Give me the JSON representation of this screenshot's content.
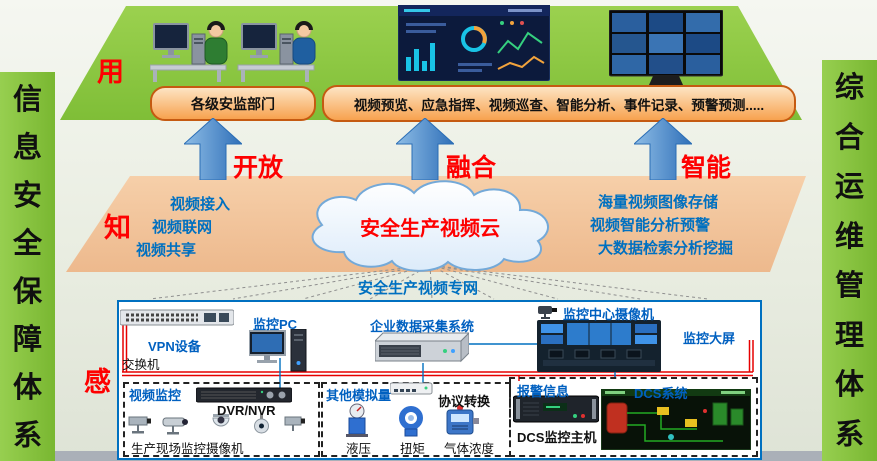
{
  "colors": {
    "layer_green": "#84c23c",
    "layer_peach": "#f3c7a2",
    "arrow_blue": "#3d85c8",
    "accent_red": "#fe0000",
    "text_blue": "#0070c0",
    "box_orange": "#f7a24f",
    "border_blue": "#0070c0"
  },
  "left_sidebar": {
    "chars": [
      "信",
      "息",
      "安",
      "全",
      "保",
      "障",
      "体",
      "系"
    ]
  },
  "right_sidebar": {
    "chars": [
      "综",
      "合",
      "运",
      "维",
      "管",
      "理",
      "体",
      "系"
    ]
  },
  "layer_labels": {
    "top": "用",
    "middle": "知",
    "bottom": "感"
  },
  "top_layer": {
    "dept_box": "各级安监部门",
    "functions_box": "视频预览、应急指挥、视频巡查、智能分析、事件记录、预警预测....."
  },
  "arrows": {
    "left": "开放",
    "center": "融合",
    "right": "智能"
  },
  "cloud": {
    "title": "安全生产视频云",
    "left_items": [
      "视频接入",
      "视频联网",
      "视频共享"
    ],
    "right_items": [
      "海量视频图像存储",
      "视频智能分析预警",
      "大数据检索分析挖掘"
    ]
  },
  "network_label": "安全生产视频专网",
  "perception_layer": {
    "vpn_label": "VPN设备",
    "switch_label": "交换机",
    "pc_label": "监控PC",
    "server_label": "企业数据采集系统",
    "center_camera_label": "监控中心摄像机",
    "big_screen_label": "监控大屏",
    "video_group": {
      "title": "视频监控",
      "dvr_label": "DVR/NVR",
      "cameras_label": "生产现场监控摄像机"
    },
    "analog_group": {
      "title": "其他模拟量",
      "protocol_label": "协议转换",
      "sensor_labels": [
        "液压",
        "扭矩",
        "气体浓度"
      ]
    },
    "dcs_group": {
      "alarm_label": "报警信息",
      "dcs_label": "DCS系统",
      "host_label": "DCS监控主机"
    }
  }
}
